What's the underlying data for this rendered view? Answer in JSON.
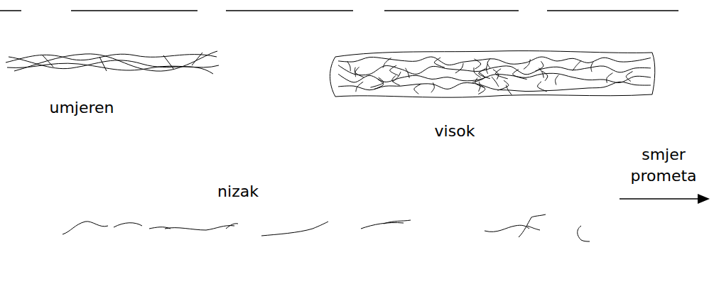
{
  "diagram": {
    "labels": [
      "umjeren",
      "visok",
      "nizak",
      "smjer prometa"
    ]
  }
}
